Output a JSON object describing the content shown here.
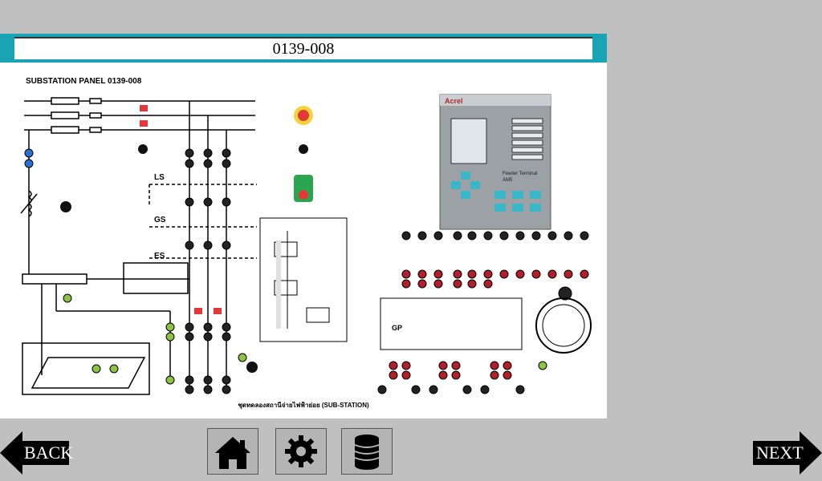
{
  "header": {
    "title": "0139-008"
  },
  "diagram": {
    "panel_title": "SUBSTATION PANEL   0139-008",
    "ls": "LS",
    "gs": "GS",
    "es": "ES",
    "gp": "GP",
    "relay_brand": "Acrel",
    "relay_model_line1": "Feeder Terminal",
    "relay_model_line2": "AM5",
    "bottom_caption": "ชุดทดลองสถานีจ่ายไฟฟ้าย่อย (SUB-STATION)"
  },
  "nav": {
    "back_label": "BACK",
    "next_label": "NEXT"
  },
  "colors": {
    "accent": "#1aa3b4",
    "background": "#c0c0c0",
    "nav_arrow": "#000000"
  },
  "icons": {
    "home": "home-icon",
    "settings": "gear-icon",
    "database": "database-icon"
  }
}
